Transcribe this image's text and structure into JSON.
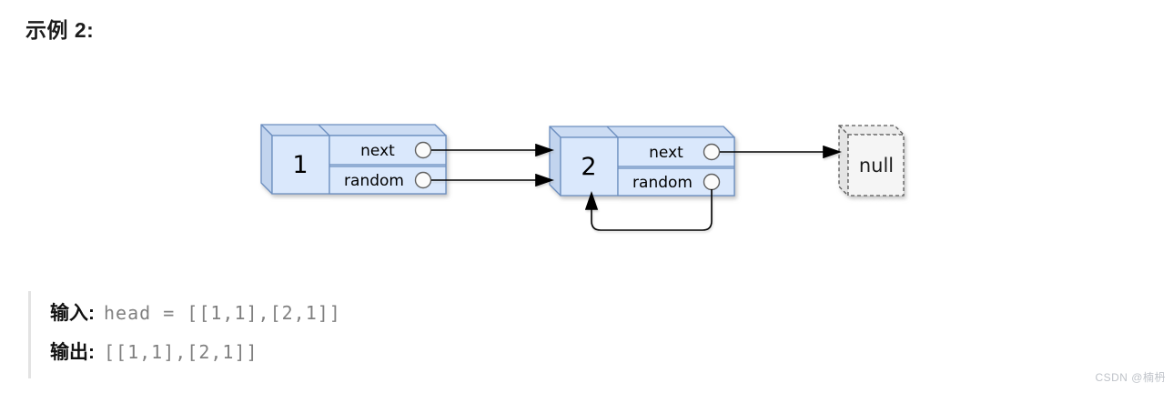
{
  "page": {
    "title": "示例 2:"
  },
  "diagram": {
    "node1": {
      "value": "1",
      "field1": "next",
      "field2": "random"
    },
    "node2": {
      "value": "2",
      "field1": "next",
      "field2": "random"
    },
    "null_label": "null",
    "colors": {
      "node_fill": "#dae8fc",
      "node_stroke": "#6c8ebf",
      "null_fill": "#f5f5f5",
      "null_stroke": "#5a5a5a",
      "arrow": "#000000"
    }
  },
  "io": {
    "input_label": "输入:",
    "input_value": "head = [[1,1],[2,1]]",
    "output_label": "输出:",
    "output_value": "[[1,1],[2,1]]"
  },
  "watermark": "CSDN @楠枬"
}
